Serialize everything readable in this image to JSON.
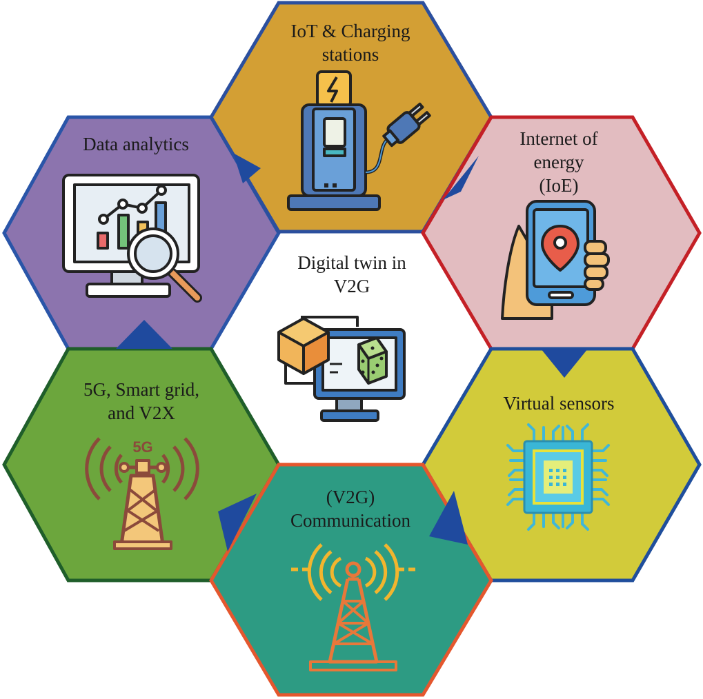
{
  "center": {
    "title_line1": "Digital twin in",
    "title_line2": "V2G",
    "icon": "digital-twin-cube-monitor-icon"
  },
  "hexagons": {
    "iot": {
      "line1": "IoT & Charging",
      "line2": "stations",
      "fill": "#D39F34",
      "border": "#2B4F9E",
      "icon": "ev-charging-station-icon"
    },
    "ioe": {
      "line1": "Internet of",
      "line2": "energy",
      "line3": "(IoE)",
      "fill": "#E2BCC0",
      "border": "#C42026",
      "icon": "smartphone-location-pin-icon"
    },
    "virtual_sensors": {
      "line1": "Virtual sensors",
      "fill": "#D2CB3A",
      "border": "#1F4E9C",
      "icon": "microchip-sensor-icon"
    },
    "communication": {
      "line1": "(V2G)",
      "line2": "Communication",
      "fill": "#2D9B83",
      "border": "#E4572E",
      "icon": "radio-tower-icon"
    },
    "fiveg": {
      "line1": "5G, Smart grid,",
      "line2": "and V2X",
      "fill": "#6CA63D",
      "border": "#1F5E2A",
      "icon": "5g-tower-icon",
      "icon_text": "5G"
    },
    "analytics": {
      "line1": "Data analytics",
      "fill": "#8C74AE",
      "border": "#2A55A8",
      "icon": "analytics-monitor-magnifier-icon"
    }
  },
  "connector_color": "#1F4A9E"
}
